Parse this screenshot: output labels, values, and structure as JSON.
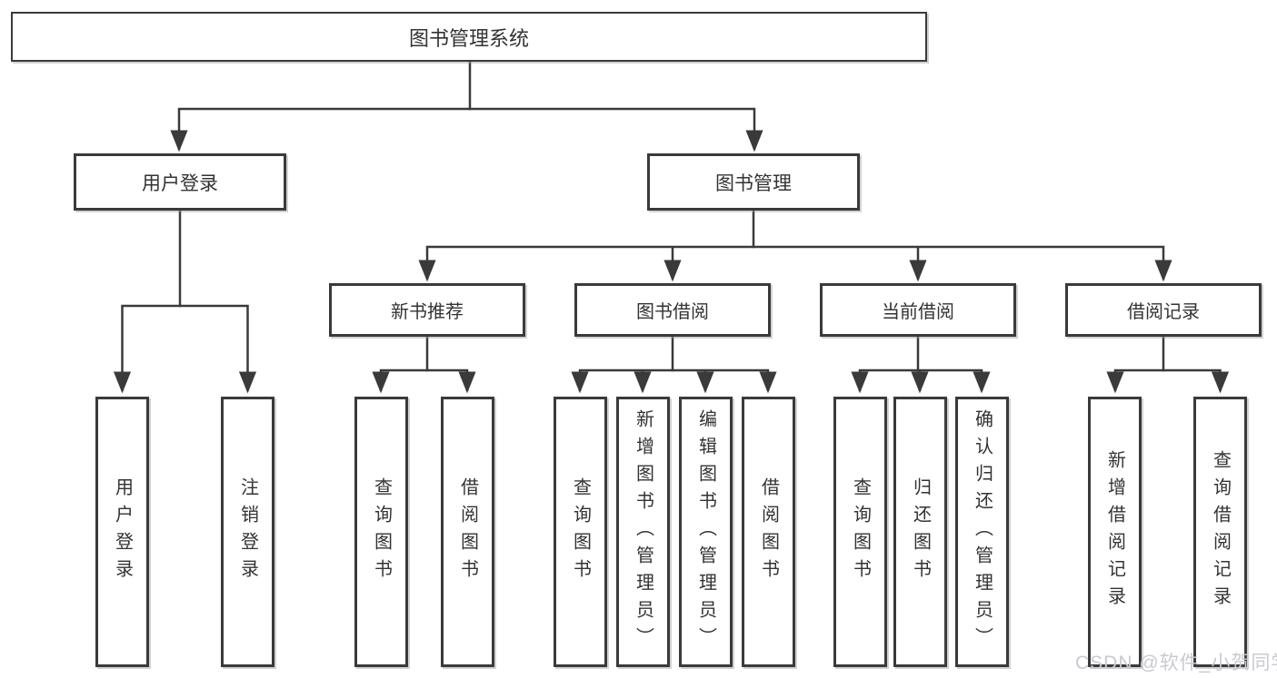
{
  "diagram": {
    "title": "图书管理系统",
    "colors": {
      "line": "#3a3a3a",
      "box_background": "#ffffff",
      "text": "#333333",
      "watermark": "#c9c9d0"
    }
  },
  "tree": {
    "label": "图书管理系统",
    "children": [
      {
        "label": "用户登录",
        "children": [
          {
            "label": "用户登录"
          },
          {
            "label": "注销登录"
          }
        ]
      },
      {
        "label": "图书管理",
        "children": [
          {
            "label": "新书推荐",
            "children": [
              {
                "label": "查询图书"
              },
              {
                "label": "借阅图书"
              }
            ]
          },
          {
            "label": "图书借阅",
            "children": [
              {
                "label": "查询图书"
              },
              {
                "label": "新增图书（管理员）"
              },
              {
                "label": "编辑图书（管理员）"
              },
              {
                "label": "借阅图书"
              }
            ]
          },
          {
            "label": "当前借阅",
            "children": [
              {
                "label": "查询图书"
              },
              {
                "label": "归还图书"
              },
              {
                "label": "确认归还（管理员）"
              }
            ]
          },
          {
            "label": "借阅记录",
            "children": [
              {
                "label": "新增借阅记录"
              },
              {
                "label": "查询借阅记录"
              }
            ]
          }
        ]
      }
    ]
  },
  "watermark": "CSDN @软件_小贺同学"
}
